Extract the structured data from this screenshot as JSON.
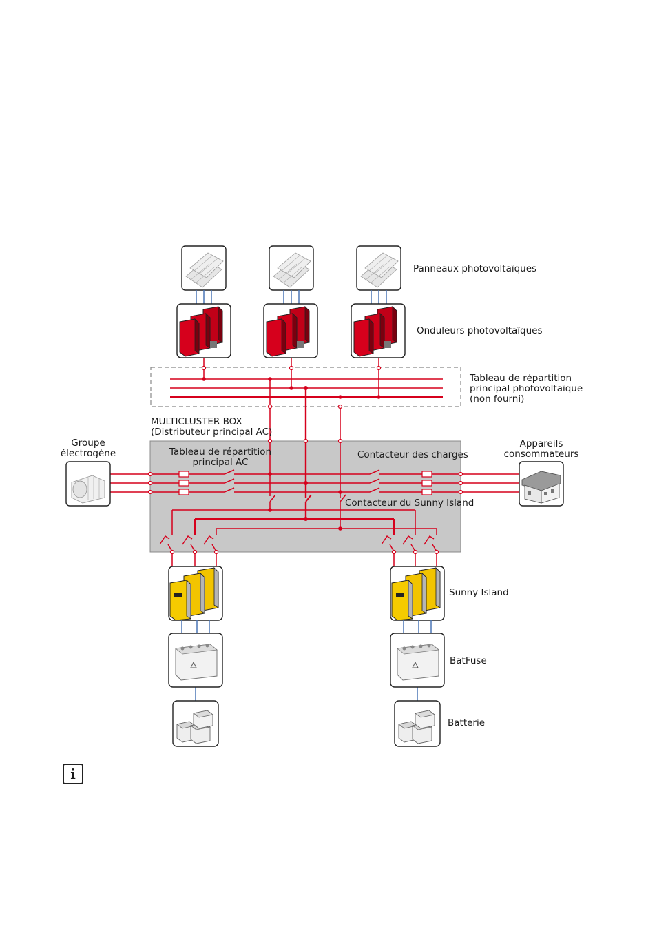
{
  "labels": {
    "pv_panels": "Panneaux photovoltaïques",
    "pv_inverters": "Onduleurs photovoltaïques",
    "pv_board_1": "Tableau de répartition",
    "pv_board_2": "principal photovoltaïque",
    "pv_board_3": "(non fourni)",
    "multicluster_1": "MULTICLUSTER BOX",
    "multicluster_2": "(Distributeur principal AC)",
    "ac_board_1": "Tableau de répartition",
    "ac_board_2": "principal AC",
    "load_contactor": "Contacteur des charges",
    "si_contactor": "Contacteur du Sunny Island",
    "generator_1": "Groupe",
    "generator_2": "électrogène",
    "loads_1": "Appareils",
    "loads_2": "consommateurs",
    "sunny_island": "Sunny Island",
    "batfuse": "BatFuse",
    "battery": "Batterie"
  },
  "info_icon": "i",
  "colors": {
    "line": "#d6001c",
    "dc_line": "#4a76b6",
    "box_fill": "#c8c8c8",
    "inverter_red": "#d6001c",
    "sunny_yellow": "#f2c400"
  }
}
